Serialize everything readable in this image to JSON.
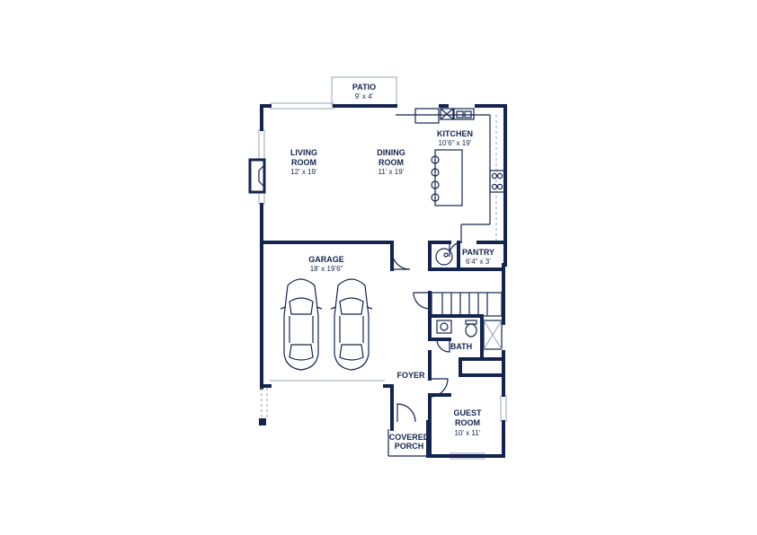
{
  "colors": {
    "ink": "#13254f",
    "light": "#9aa3b8",
    "background": "#ffffff"
  },
  "rooms": {
    "patio": {
      "name": "PATIO",
      "dim": "9’ x 4’"
    },
    "living": {
      "name1": "LIVING",
      "name2": "ROOM",
      "dim": "12’ x 19’"
    },
    "dining": {
      "name1": "DINING",
      "name2": "ROOM",
      "dim": "11’ x 19’"
    },
    "kitchen": {
      "name": "KITCHEN",
      "dim": "10’6” x 19’"
    },
    "pantry": {
      "name": "PANTRY",
      "dim": "6’4” x 3’"
    },
    "garage": {
      "name": "GARAGE",
      "dim": "18’ x 19’6”"
    },
    "bath": {
      "name": "BATH"
    },
    "foyer": {
      "name": "FOYER"
    },
    "guest": {
      "name1": "GUEST",
      "name2": "ROOM",
      "dim": "10’ x 11’"
    },
    "porch": {
      "name1": "COVERED",
      "name2": "PORCH"
    }
  },
  "icons": [
    "car-icon",
    "fireplace-icon",
    "stove-icon",
    "sink-icon",
    "toilet-icon",
    "shower-icon",
    "stairs-icon",
    "water-heater-icon"
  ]
}
